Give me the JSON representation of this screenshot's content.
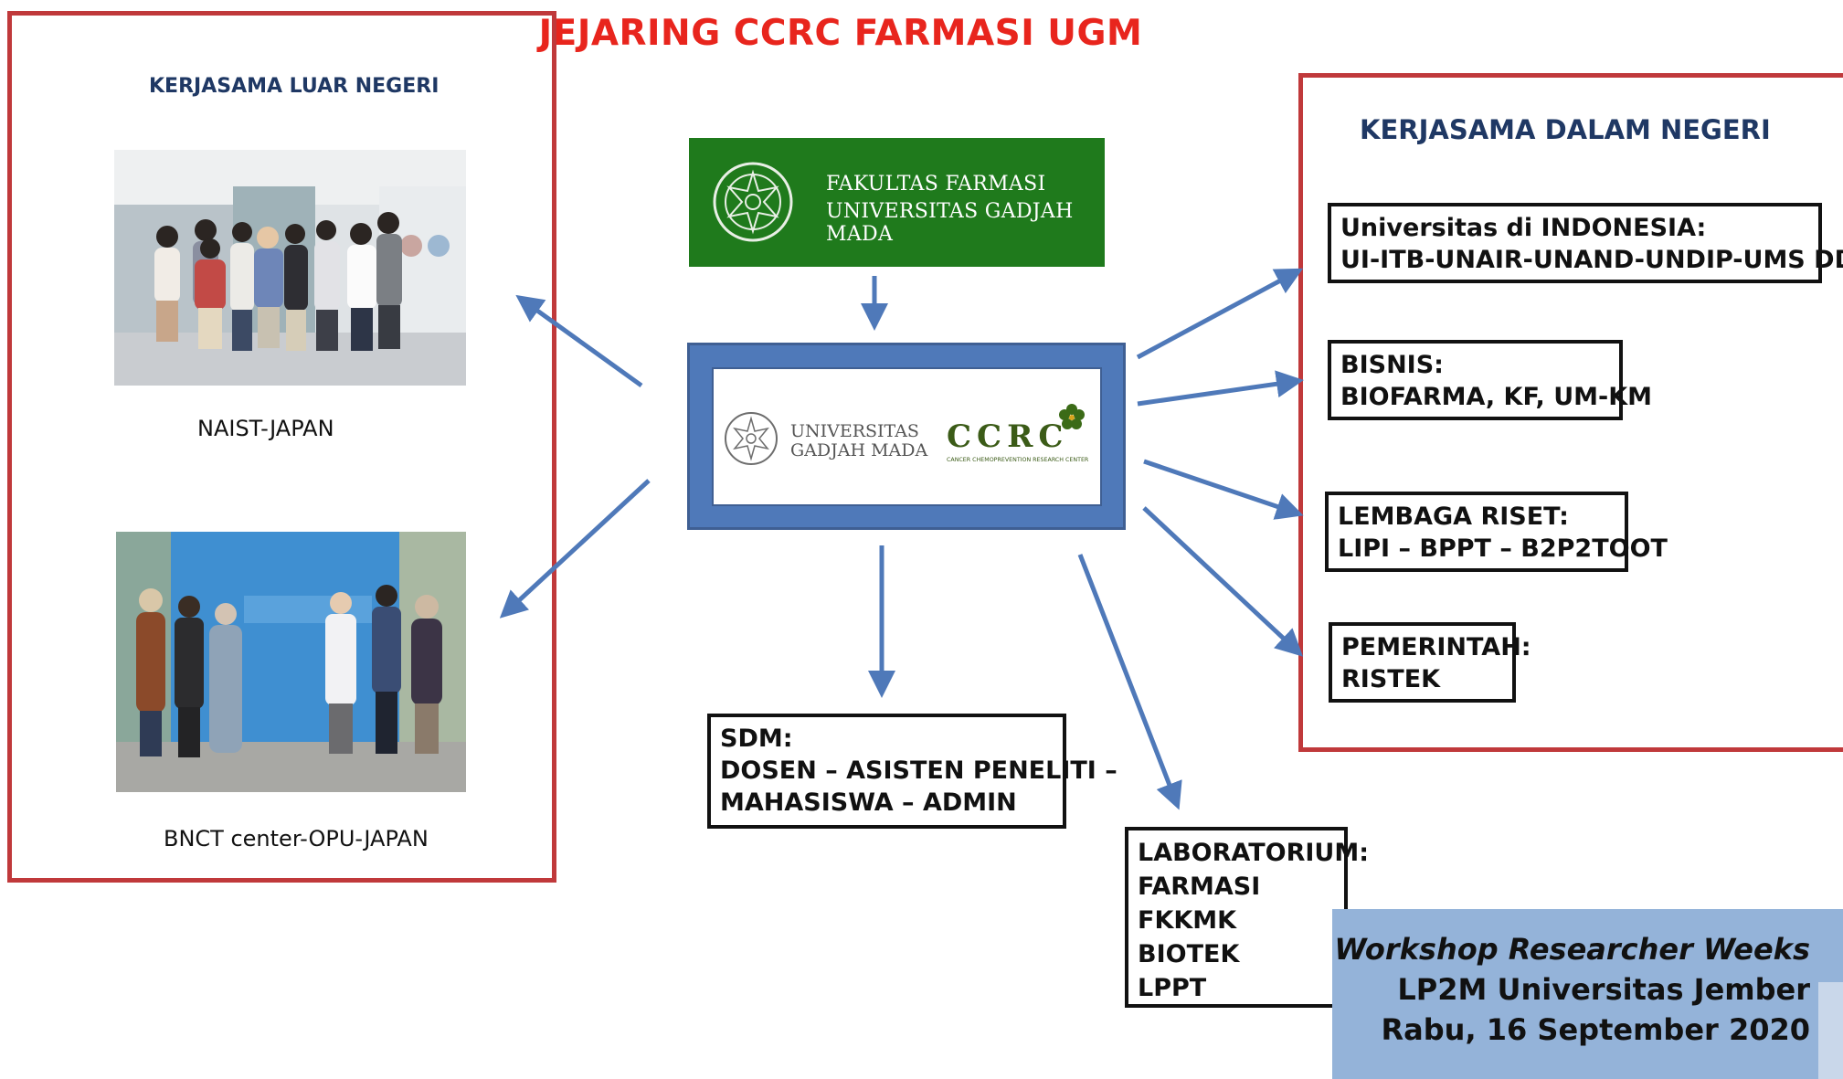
{
  "title": "JEJARING CCRC FARMASI UGM",
  "left_panel": {
    "heading": "KERJASAMA LUAR NEGERI",
    "partners": [
      {
        "caption": "NAIST-JAPAN"
      },
      {
        "caption": "BNCT center-OPU-JAPAN"
      }
    ]
  },
  "top_center": {
    "line1": "FAKULTAS FARMASI",
    "line2": "UNIVERSITAS GADJAH MADA"
  },
  "center": {
    "ugm_line1": "UNIVERSITAS",
    "ugm_line2": "GADJAH MADA",
    "ccrc_logo": "CCRC",
    "ccrc_sub": "CANCER CHEMOPREVENTION RESEARCH CENTER"
  },
  "right_panel": {
    "heading": "KERJASAMA DALAM NEGERI",
    "boxes": [
      {
        "l1": "Universitas di INDONESIA:",
        "l2": "UI-ITB-UNAIR-UNAND-UNDIP-UMS DDLL"
      },
      {
        "l1": "BISNIS:",
        "l2": "BIOFARMA, KF, UM-KM"
      },
      {
        "l1": "LEMBAGA RISET:",
        "l2": "LIPI – BPPT – B2P2TOOT"
      },
      {
        "l1": "PEMERINTAH:",
        "l2": "RISTEK"
      }
    ]
  },
  "sdm": {
    "l1": "SDM:",
    "l2": "DOSEN – ASISTEN PENELITI –",
    "l3": "MAHASISWA – ADMIN"
  },
  "lab": {
    "l1": "LABORATORIUM:",
    "l2": "FARMASI",
    "l3": "FKKMK",
    "l4": "BIOTEK",
    "l5": "LPPT"
  },
  "footer": {
    "l1": "Workshop Researcher Weeks",
    "l2": "LP2M Universitas Jember",
    "l3": "Rabu, 16 September 2020"
  },
  "colors": {
    "accent_red": "#e8251d",
    "frame_red": "#c0393b",
    "arrow_blue": "#4f79b9",
    "green": "#1f7a1c",
    "footer_blue": "#94b3d9"
  }
}
